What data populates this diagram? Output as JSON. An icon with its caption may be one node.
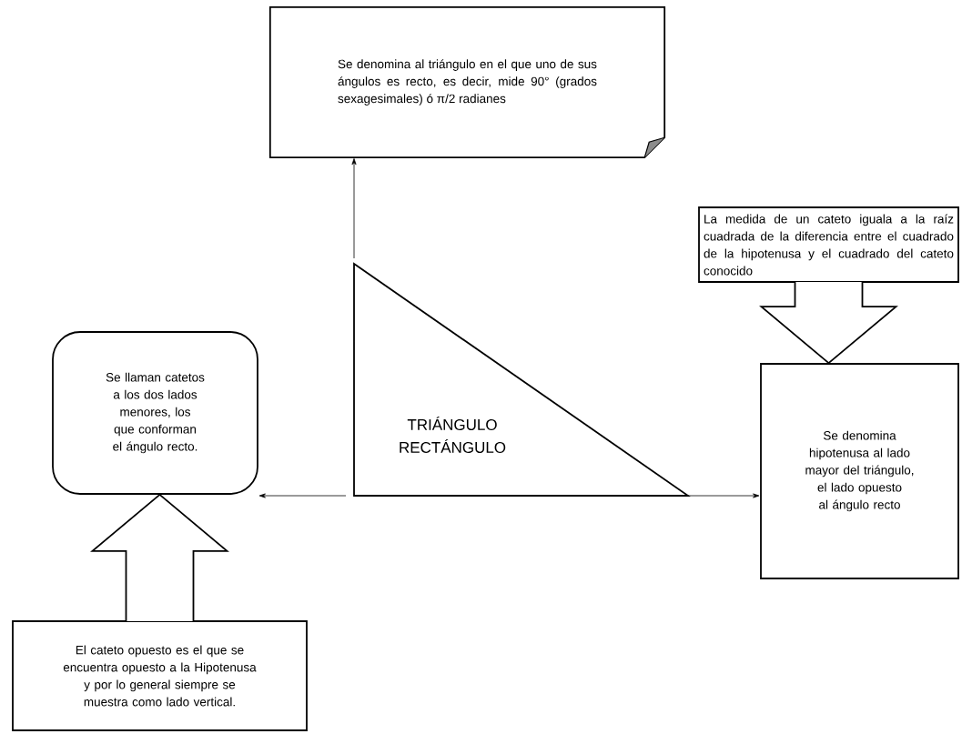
{
  "diagram": {
    "nodes": [
      {
        "text": [
          "Se denomina al triángulo en el que uno de sus ángulos es recto, es decir, mide 90° (grados sexagesimales) ó π/2 radianes"
        ]
      },
      {
        "text": [
          "La medida de un cateto iguala a la raíz cuadrada de la diferencia entre el cuadrado de la hipotenusa y el cuadrado del cateto conocido"
        ]
      },
      {
        "text": [
          "Se llaman catetos a los dos lados menores, los que conforman el ángulo recto."
        ]
      },
      {
        "text": [
          "TRIÁNGULO RECTÁNGULO"
        ]
      },
      {
        "text": [
          "Se denomina hipotenusa al lado mayor del triángulo, el lado opuesto al ángulo recto"
        ]
      },
      {
        "text": [
          "El cateto opuesto es el que se encuentra opuesto a la Hipotenusa y por lo general siempre se muestra como lado vertical."
        ]
      }
    ],
    "edges": [
      {
        "from": 3,
        "to": 0,
        "arrow": "to"
      },
      {
        "from": 3,
        "to": 2,
        "arrow": "to"
      },
      {
        "from": 3,
        "to": 4,
        "arrow": "to"
      },
      {
        "from": 1,
        "to": 4,
        "arrow": "to",
        "style": "thick"
      },
      {
        "from": 5,
        "to": 2,
        "arrow": "to",
        "style": "thick"
      }
    ]
  }
}
